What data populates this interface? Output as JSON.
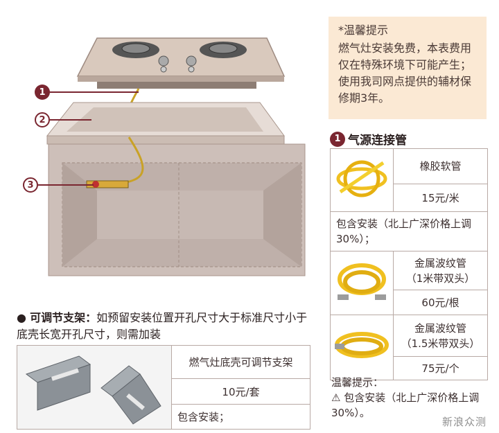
{
  "tip": {
    "title": "*温馨提示",
    "body": "燃气灶安装免费，本表费用仅在特殊环境下可能产生；使用我司网点提供的辅材保修期3年。"
  },
  "callouts": [
    "1",
    "2",
    "3"
  ],
  "gas_section": {
    "number": "1",
    "title": "气源连接管",
    "rows": [
      {
        "name": "橡胶软管",
        "price": "15元/米",
        "icon": "yellow-rubber-hose"
      },
      {
        "name_line1": "金属波纹管",
        "name_line2": "（1米带双头）",
        "price": "60元/根",
        "icon": "metal-corrugated-hose-1m"
      },
      {
        "name_line1": "金属波纹管",
        "name_line2": "（1.5米带双头）",
        "price": "75元/个",
        "icon": "metal-corrugated-hose-1-5m"
      }
    ],
    "rubber_note": "包含安装（北上广深价格上调30%）；"
  },
  "bracket": {
    "label": "可调节支架：",
    "desc": "如预留安装位置开孔尺寸大于标准尺寸小于底壳长宽开孔尺寸，则需加装",
    "name": "燃气灶底壳可调节支架",
    "price": "10元/套",
    "note": "包含安装；",
    "icon": "metal-bracket"
  },
  "footer": {
    "title": "温馨提示：",
    "warning_icon": "warning-icon",
    "text": "包含安装（北上广深价格上调30%）。"
  },
  "watermark": "新浪众测"
}
